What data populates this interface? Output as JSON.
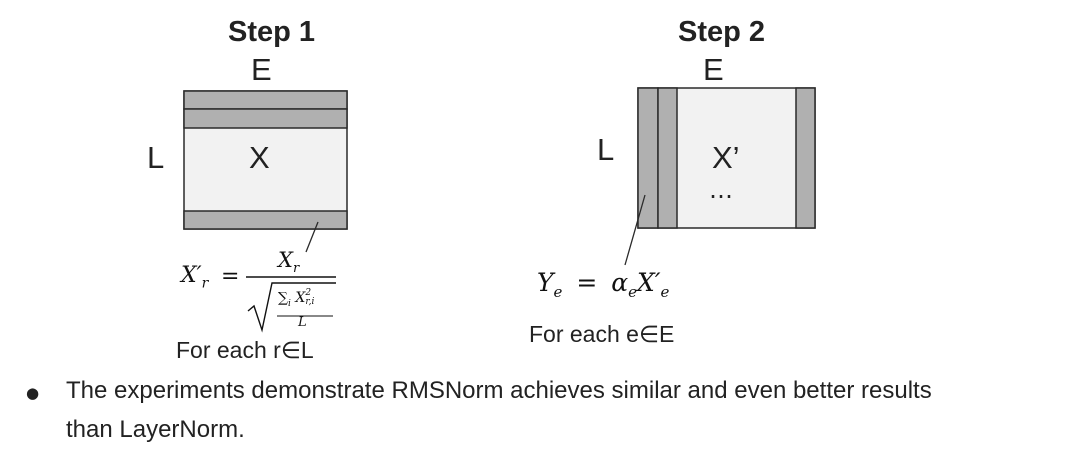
{
  "step1": {
    "title": "Step 1",
    "col_label": "E",
    "row_label": "L",
    "matrix_label": "X",
    "formula": {
      "lhs": "X′",
      "lhs_sub": "r",
      "eq": "=",
      "numerator": "X",
      "numerator_sub": "r",
      "sum": "∑",
      "sum_sub": "i",
      "sq_base": "X",
      "sq_sup": "2",
      "sq_sub": "r,i",
      "denominator_L": "L"
    },
    "caption": "For each r∈L"
  },
  "step2": {
    "title": "Step 2",
    "col_label": "E",
    "row_label": "L",
    "matrix_label": "X’",
    "ellipsis": "…",
    "formula": {
      "lhs": "Y",
      "lhs_sub": "e",
      "eq": "=",
      "alpha": "α",
      "alpha_sub": "e",
      "x": "X′",
      "x_sub": "e"
    },
    "caption": "For each e∈E"
  },
  "bullet": {
    "symbol": "●",
    "line1": "The experiments demonstrate RMSNorm achieves similar and even better results",
    "line2": "than LayerNorm."
  },
  "colors": {
    "band": "#b0b0b0",
    "matrix_fill": "#f2f2f2",
    "stroke": "#2b2b2b"
  }
}
